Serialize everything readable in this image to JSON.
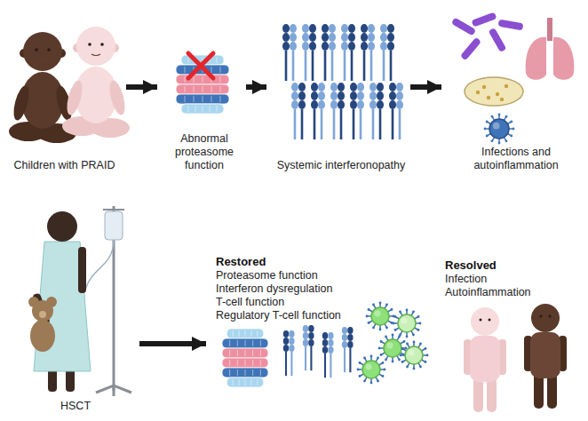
{
  "diagram": {
    "nodes": [
      {
        "text": [
          "Children with PRAID"
        ]
      },
      {
        "text": [
          "Abnormal proteasome function"
        ]
      },
      {
        "text": [
          "Systemic interferonopathy"
        ]
      },
      {
        "text": [
          "Infections and autoinflammation"
        ]
      },
      {
        "text": [
          "HSCT"
        ]
      },
      {
        "text": [
          "Restored",
          "Proteasome function",
          "Interferon dysregulation",
          "T-cell function",
          "Regulatory T-cell function"
        ]
      },
      {
        "text": [
          "Resolved",
          "Infection",
          "Autoinflammation"
        ]
      }
    ],
    "edges": [
      {
        "from": 0,
        "to": 1,
        "arrow": "to"
      },
      {
        "from": 1,
        "to": 2,
        "arrow": "to"
      },
      {
        "from": 2,
        "to": 3,
        "arrow": "to"
      },
      {
        "from": 4,
        "to": 5,
        "arrow": "to"
      }
    ]
  }
}
